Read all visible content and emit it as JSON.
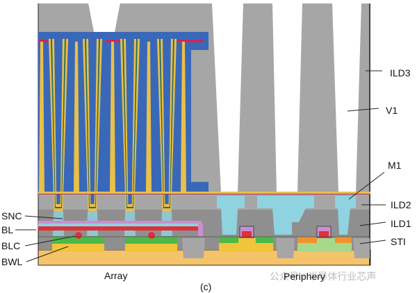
{
  "diagram": {
    "type": "DRAM cross-section",
    "panel_label": "(c)",
    "region_labels": {
      "array": "Array",
      "periphery": "Periphery"
    },
    "left_labels": [
      "SNC",
      "BL",
      "BLC",
      "BWL"
    ],
    "right_labels": [
      "ILD3",
      "V1",
      "M1",
      "ILD2",
      "ILD1",
      "STI"
    ],
    "watermark": "公众号 · 半导体行业芯声",
    "colors": {
      "ild": "#a6a6a6",
      "ild_dark": "#8f8f8f",
      "capacitor_fill": "#3a68b8",
      "electrode": "#e8c04a",
      "dielectric": "#2e6b5a",
      "contact": "#8fd3e0",
      "bitline": "#e0303a",
      "bitline_cap": "#c98fd0",
      "active_green": "#4cb848",
      "substrate_yellow": "#f2c43a",
      "substrate_orange": "#f5c46a",
      "nmos_orange": "#f0922e",
      "pmos_green": "#a8d88a",
      "top_plate": "#c8285a"
    }
  }
}
